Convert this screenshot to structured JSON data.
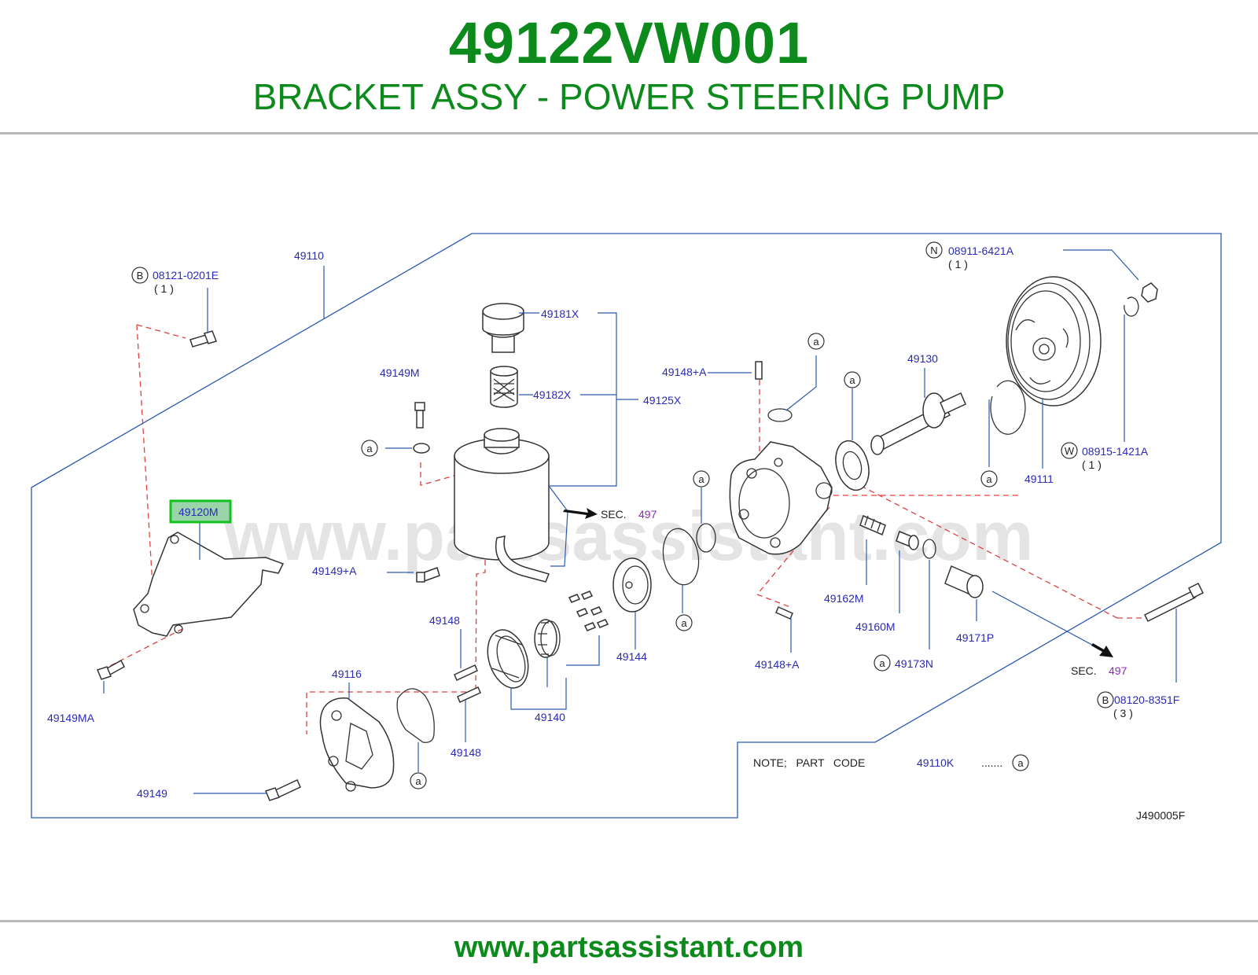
{
  "header": {
    "part_number": "49122VW001",
    "description": "BRACKET ASSY - POWER STEERING PUMP"
  },
  "watermark": "www.partsassistant.com",
  "footer": {
    "url": "www.partsassistant.com"
  },
  "diagram_id": "J490005F",
  "highlight_color": "#12c21c",
  "title_color": "#0d8a1c",
  "labels": {
    "p49110": "49110",
    "p08121": "08121-0201E",
    "p08121_qty": "( 1 )",
    "p08121_letter": "B",
    "p49181X": "49181X",
    "p49182X": "49182X",
    "p49125X": "49125X",
    "p49149M": "49149M",
    "p49120M": "49120M",
    "p49149A": "49149+A",
    "p49149MA": "49149MA",
    "p49116": "49116",
    "p49149": "49149",
    "p49148a": "49148",
    "p49148b": "49148",
    "p49140": "49140",
    "p49144": "49144",
    "p49148A_top": "49148+A",
    "p49148A_bot": "49148+A",
    "p49130": "49130",
    "p08911": "08911-6421A",
    "p08911_qty": "( 1 )",
    "p08911_letter": "N",
    "p49111": "49111",
    "p08915": "08915-1421A",
    "p08915_qty": "( 1 )",
    "p08915_letter": "W",
    "p49162M": "49162M",
    "p49160M": "49160M",
    "p49173N": "49173N",
    "p49171P": "49171P",
    "p08120": "08120-8351F",
    "p08120_qty": "( 3 )",
    "p08120_letter": "B",
    "sec1": "SEC.",
    "sec1_num": "497",
    "sec2": "SEC.",
    "sec2_num": "497",
    "a": "a",
    "note_text": "NOTE;   PART   CODE",
    "note_code": "49110K",
    "note_dots": "......."
  }
}
